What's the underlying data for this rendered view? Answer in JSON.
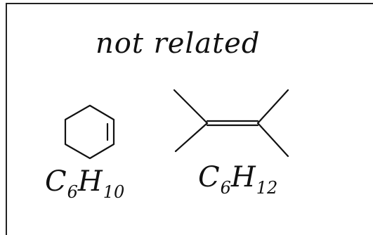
{
  "title": "not related",
  "molecules": [
    {
      "name": "cyclohexene",
      "formula_base": "C",
      "c_count": "6",
      "h_base": "H",
      "h_count": "10"
    },
    {
      "name": "tetramethylethylene",
      "formula_base": "C",
      "c_count": "6",
      "h_base": "H",
      "h_count": "12"
    }
  ],
  "colors": {
    "ink": "#111111",
    "background": "#ffffff"
  }
}
